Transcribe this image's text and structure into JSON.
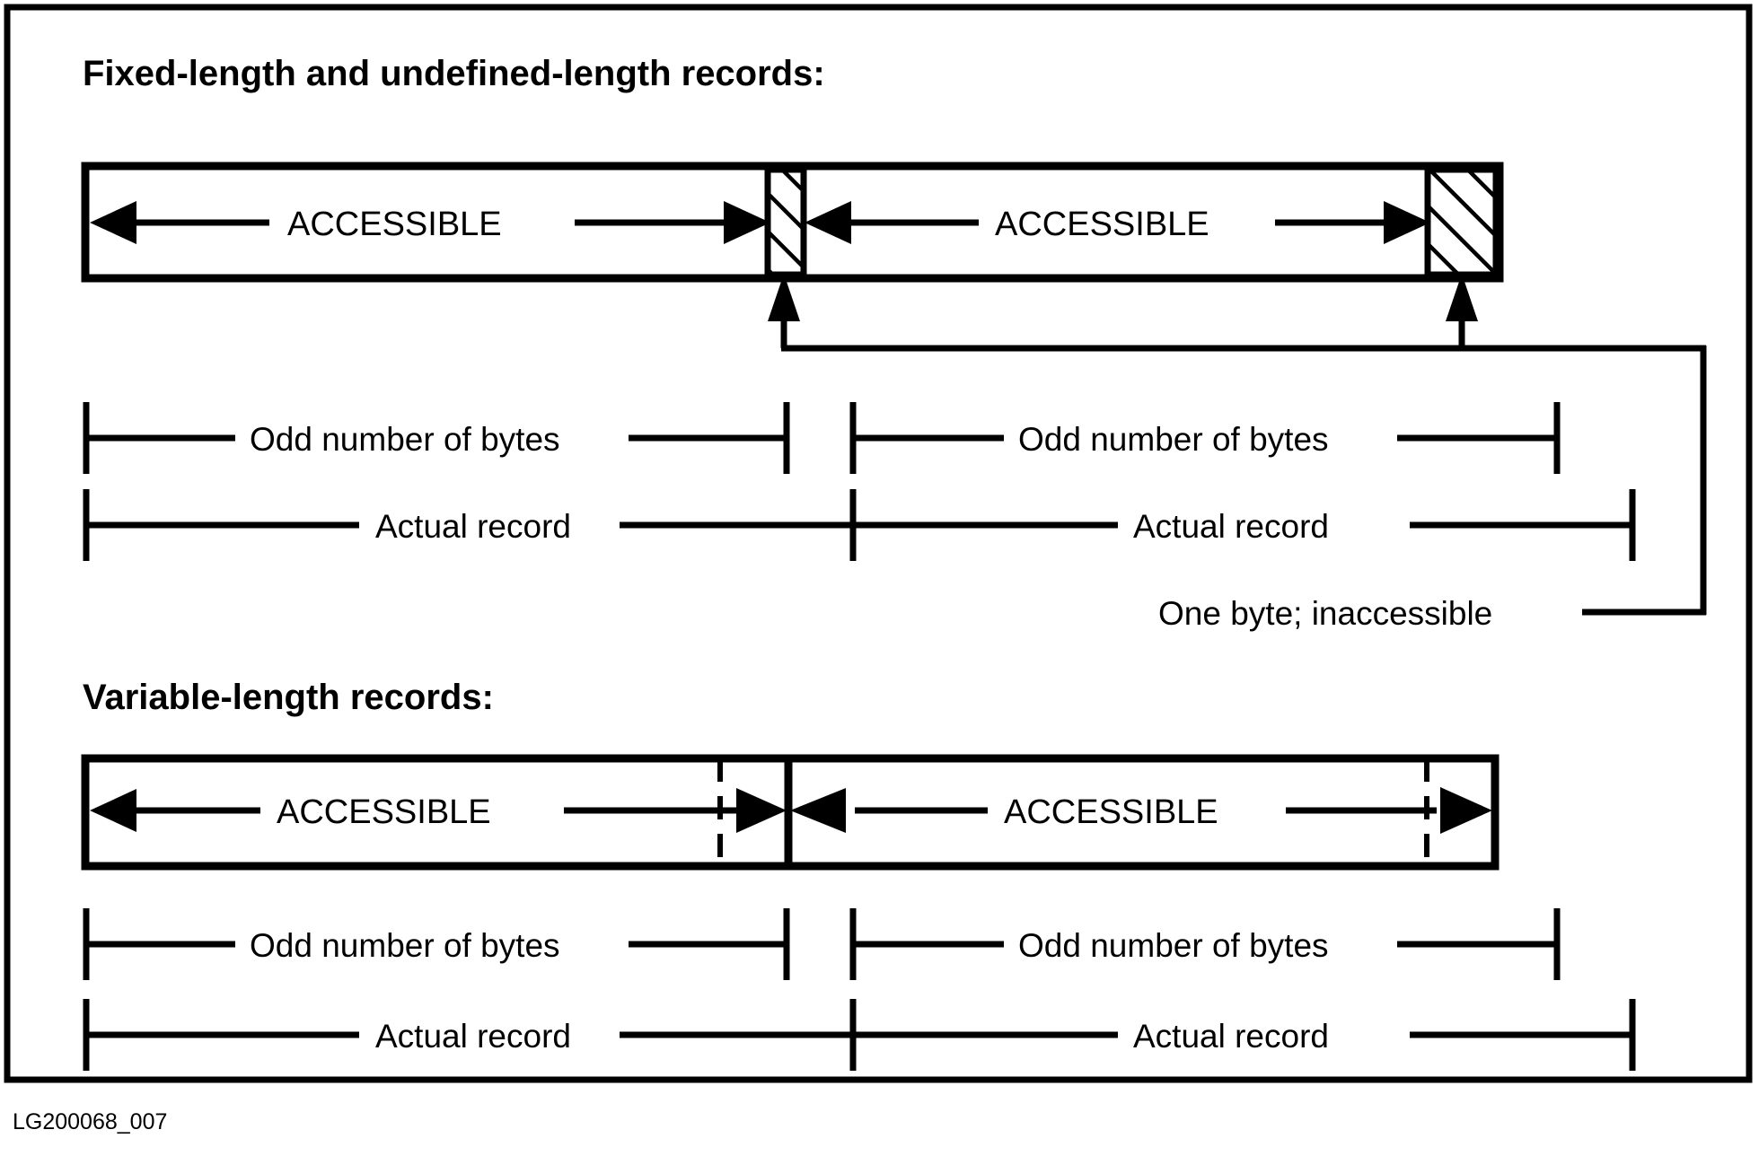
{
  "figure": {
    "caption_id": "LG200068_007",
    "colors": {
      "ink": "#000000",
      "background": "#ffffff"
    }
  },
  "sections": [
    {
      "id": "fixed-undefined",
      "heading": "Fixed-length and undefined-length records:",
      "bar": {
        "segments": [
          {
            "label": "ACCESSIBLE",
            "kind": "accessible"
          },
          {
            "label": "",
            "kind": "hatched-inaccessible"
          },
          {
            "label": "ACCESSIBLE",
            "kind": "accessible"
          },
          {
            "label": "",
            "kind": "hatched-inaccessible"
          }
        ]
      },
      "measures": [
        {
          "label": "Odd number of bytes",
          "instance": 1
        },
        {
          "label": "Odd number of bytes",
          "instance": 2
        },
        {
          "label": "Actual record",
          "instance": 1
        },
        {
          "label": "Actual record",
          "instance": 2
        }
      ],
      "callout": {
        "label": "One byte; inaccessible"
      }
    },
    {
      "id": "variable-length",
      "heading": "Variable-length records:",
      "bar": {
        "segments": [
          {
            "label": "ACCESSIBLE",
            "kind": "accessible"
          },
          {
            "label": "ACCESSIBLE",
            "kind": "accessible"
          }
        ]
      },
      "measures": [
        {
          "label": "Odd number of bytes",
          "instance": 1
        },
        {
          "label": "Odd number of bytes",
          "instance": 2
        },
        {
          "label": "Actual record",
          "instance": 1
        },
        {
          "label": "Actual record",
          "instance": 2
        }
      ]
    }
  ]
}
